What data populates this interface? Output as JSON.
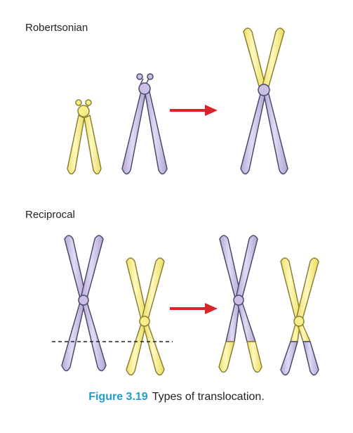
{
  "sections": {
    "robertsonian_label": "Robertsonian",
    "reciprocal_label": "Reciprocal"
  },
  "caption": {
    "figure_number": "Figure 3.19",
    "text": "Types of translocation."
  },
  "colors": {
    "purple_fill": "#cbbfe6",
    "purple_stroke": "#4a4a6a",
    "yellow_fill": "#f7ee8a",
    "yellow_stroke": "#8a8030",
    "arrow": "#d9252a",
    "caption_accent": "#1aa0d6"
  }
}
